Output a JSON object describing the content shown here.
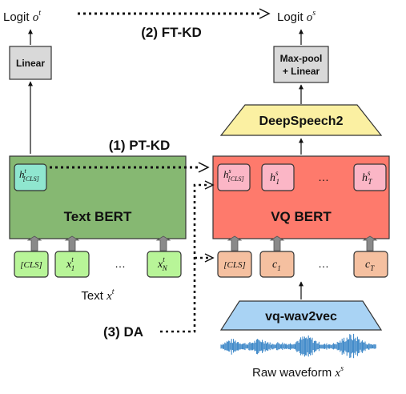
{
  "text_branch": {
    "logit_label": "Logit",
    "logit_symbol": "o",
    "logit_super": "t",
    "linear_label": "Linear",
    "model_label": "Text BERT",
    "cls_state": "h",
    "cls_state_super": "t",
    "cls_state_sub": "[CLS]",
    "input_label": "Text",
    "input_symbol": "x",
    "input_super": "t",
    "tokens": [
      {
        "main": "[CLS]",
        "sup": "",
        "sub": ""
      },
      {
        "main": "x",
        "sup": "t",
        "sub": "1"
      },
      {
        "main": "x",
        "sup": "t",
        "sub": "N"
      }
    ],
    "ellipsis": "…"
  },
  "speech_branch": {
    "logit_label": "Logit",
    "logit_symbol": "o",
    "logit_super": "s",
    "head_line1": "Max-pool",
    "head_line2": "+ Linear",
    "deepspeech_label": "DeepSpeech2",
    "model_label": "VQ BERT",
    "hidden_states": [
      {
        "main": "h",
        "sup": "s",
        "sub": "[CLS]"
      },
      {
        "main": "h",
        "sup": "s",
        "sub": "1"
      },
      {
        "main": "h",
        "sup": "s",
        "sub": "T"
      }
    ],
    "tokens": [
      {
        "main": "[CLS]",
        "sub": ""
      },
      {
        "main": "c",
        "sub": "1"
      },
      {
        "main": "c",
        "sub": "T"
      }
    ],
    "ellipsis": "…",
    "encoder_label": "vq-wav2vec",
    "input_label": "Raw waveform",
    "input_symbol": "x",
    "input_super": "s"
  },
  "connections": {
    "ft_kd": "(2) FT-KD",
    "pt_kd": "(1) PT-KD",
    "da": "(3) DA"
  },
  "colors": {
    "text_bert": "#86b872",
    "text_cls_state": "#8fe6cf",
    "text_token": "#b8f598",
    "vq_bert": "#fe7a6c",
    "vq_hidden": "#fbb6c6",
    "vq_token": "#f5c0a0",
    "deepspeech": "#fbf0a2",
    "vq_wav2vec": "#a9d3f4",
    "linear_box": "#d9d9d9",
    "waveform": "#2f7fc4",
    "connector": "#999999"
  }
}
